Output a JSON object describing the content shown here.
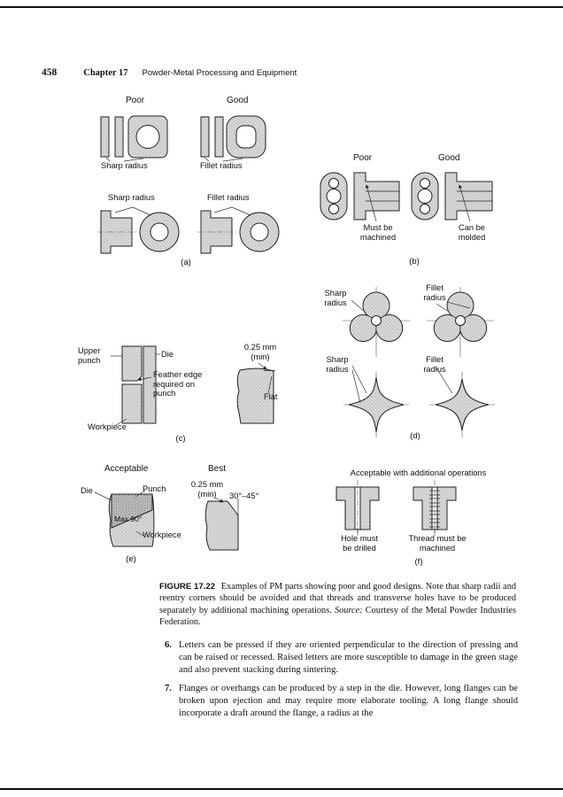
{
  "page": {
    "number": "458",
    "chapter": "Chapter 17",
    "chapter_title": "Powder-Metal Processing and Equipment"
  },
  "fig_a": {
    "poor": "Poor",
    "good": "Good",
    "sharp_radius_top": "Sharp radius",
    "fillet_radius_top": "Fillet radius",
    "sharp_radius_bottom": "Sharp radius",
    "fillet_radius_bottom": "Fillet radius",
    "tag": "(a)"
  },
  "fig_b": {
    "poor": "Poor",
    "good": "Good",
    "must_be_machined": "Must be\nmachined",
    "can_be_molded": "Can be\nmolded",
    "tag": "(b)"
  },
  "fig_c": {
    "upper_punch": "Upper\npunch",
    "die": "Die",
    "feather_edge": "Feather edge\nrequired on\npunch",
    "workpiece": "Workpiece",
    "dim": "0.25 mm\n(min)",
    "flat": "Flat",
    "tag": "(c)"
  },
  "fig_d": {
    "sharp_radius_top": "Sharp\nradius",
    "fillet_radius_top": "Fillet\nradius",
    "sharp_radius_bottom": "Sharp\nradius",
    "fillet_radius_bottom": "Fillet\nradius",
    "tag": "(d)"
  },
  "fig_e": {
    "acceptable": "Acceptable",
    "best": "Best",
    "die": "Die",
    "punch": "Punch",
    "max_angle": "Max 90°",
    "workpiece": "Workpiece",
    "dim": "0.25 mm\n(min)",
    "angle": "30°–45°",
    "tag": "(e)"
  },
  "fig_f": {
    "title": "Acceptable with additional operations",
    "hole": "Hole must\nbe drilled",
    "thread": "Thread must be\nmachined",
    "tag": "(f)"
  },
  "caption": {
    "tag": "FIGURE 17.22",
    "body": "Examples of PM parts showing poor and good designs. Note that sharp radii and reentry corners should be avoided and that threads and transverse holes have to be produced separately by additional machining operations.",
    "source_label": "Source:",
    "source_body": "Courtesy of the Metal Powder Industries Federation."
  },
  "items": [
    {
      "num": "6.",
      "text": "Letters can be pressed if they are oriented perpendicular to the direction of pressing and can be raised or recessed. Raised letters are more susceptible to damage in the green stage and also prevent stacking during sintering."
    },
    {
      "num": "7.",
      "text": "Flanges or overhangs can be produced by a step in the die. However, long flanges can be broken upon ejection and may require more elaborate tooling. A long flange should incorporate a draft around the flange, a radius at the"
    }
  ]
}
